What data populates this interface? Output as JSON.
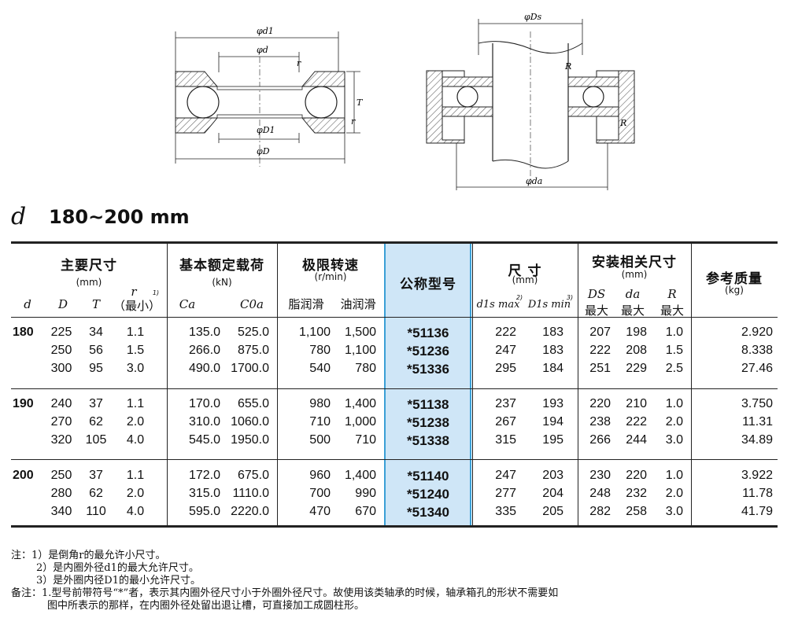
{
  "drawing_labels": {
    "left": {
      "d1": "φd1",
      "d": "φd",
      "r_top": "r",
      "T": "T",
      "r_right": "r",
      "D1": "φD1",
      "D": "φD"
    },
    "right": {
      "Ds": "φDs",
      "R_top": "R",
      "R_right": "R",
      "da": "φda"
    }
  },
  "title": {
    "symbol": "d",
    "range": "180~200 mm"
  },
  "headers": {
    "main_dims": "主要尺寸",
    "main_dims_unit": "(mm)",
    "load": "基本额定载荷",
    "load_unit": "(kN)",
    "speed": "极限转速",
    "speed_unit": "(r/min)",
    "model": "公称型号",
    "dims": "尺    寸",
    "dims_unit": "(mm)",
    "install": "安装相关尺寸",
    "install_unit": "(mm)",
    "weight": "参考质量",
    "weight_unit": "(kg)",
    "col_d": "d",
    "col_D": "D",
    "col_T": "T",
    "col_r": "r",
    "col_r_note": "1)",
    "col_r_min": "（最小）",
    "col_Ca": "Ca",
    "col_C0a": "C0a",
    "col_grease": "脂润滑",
    "col_oil": "油润滑",
    "col_d1s": "d1s max",
    "col_d1s_note": "2)",
    "col_D1s": "D1s min",
    "col_D1s_note": "3)",
    "col_Ds": "DS",
    "col_da": "da",
    "col_R": "R",
    "max_label": "最大"
  },
  "groups": [
    {
      "d": "180",
      "rows": [
        {
          "D": "225",
          "T": "34",
          "r": "1.1",
          "Ca": "135.0",
          "C0a": "525.0",
          "grease": "1,100",
          "oil": "1,500",
          "model": "*51136",
          "d1s": "222",
          "D1s": "183",
          "Ds": "207",
          "da": "198",
          "R": "1.0",
          "kg": "2.920"
        },
        {
          "D": "250",
          "T": "56",
          "r": "1.5",
          "Ca": "266.0",
          "C0a": "875.0",
          "grease": "780",
          "oil": "1,100",
          "model": "*51236",
          "d1s": "247",
          "D1s": "183",
          "Ds": "222",
          "da": "208",
          "R": "1.5",
          "kg": "8.338"
        },
        {
          "D": "300",
          "T": "95",
          "r": "3.0",
          "Ca": "490.0",
          "C0a": "1700.0",
          "grease": "540",
          "oil": "780",
          "model": "*51336",
          "d1s": "295",
          "D1s": "184",
          "Ds": "251",
          "da": "229",
          "R": "2.5",
          "kg": "27.46"
        }
      ]
    },
    {
      "d": "190",
      "rows": [
        {
          "D": "240",
          "T": "37",
          "r": "1.1",
          "Ca": "170.0",
          "C0a": "655.0",
          "grease": "980",
          "oil": "1,400",
          "model": "*51138",
          "d1s": "237",
          "D1s": "193",
          "Ds": "220",
          "da": "210",
          "R": "1.0",
          "kg": "3.750"
        },
        {
          "D": "270",
          "T": "62",
          "r": "2.0",
          "Ca": "310.0",
          "C0a": "1060.0",
          "grease": "710",
          "oil": "1,000",
          "model": "*51238",
          "d1s": "267",
          "D1s": "194",
          "Ds": "238",
          "da": "222",
          "R": "2.0",
          "kg": "11.31"
        },
        {
          "D": "320",
          "T": "105",
          "r": "4.0",
          "Ca": "545.0",
          "C0a": "1950.0",
          "grease": "500",
          "oil": "710",
          "model": "*51338",
          "d1s": "315",
          "D1s": "195",
          "Ds": "266",
          "da": "244",
          "R": "3.0",
          "kg": "34.89"
        }
      ]
    },
    {
      "d": "200",
      "rows": [
        {
          "D": "250",
          "T": "37",
          "r": "1.1",
          "Ca": "172.0",
          "C0a": "675.0",
          "grease": "960",
          "oil": "1,400",
          "model": "*51140",
          "d1s": "247",
          "D1s": "203",
          "Ds": "230",
          "da": "220",
          "R": "1.0",
          "kg": "3.922"
        },
        {
          "D": "280",
          "T": "62",
          "r": "2.0",
          "Ca": "315.0",
          "C0a": "1110.0",
          "grease": "700",
          "oil": "990",
          "model": "*51240",
          "d1s": "277",
          "D1s": "204",
          "Ds": "248",
          "da": "232",
          "R": "2.0",
          "kg": "11.78"
        },
        {
          "D": "340",
          "T": "110",
          "r": "4.0",
          "Ca": "595.0",
          "C0a": "2220.0",
          "grease": "470",
          "oil": "670",
          "model": "*51340",
          "d1s": "335",
          "D1s": "205",
          "Ds": "282",
          "da": "258",
          "R": "3.0",
          "kg": "41.79"
        }
      ]
    }
  ],
  "notes": {
    "n1": "注：1）是倒角r的最允许小尺寸。",
    "n2": "2）是内圈外径d1的最大允许尺寸。",
    "n3": "3）是外圈内径D1的最小允许尺寸。",
    "remark1": "备注：1.型号前带符号“*”者，表示其内圈外径尺寸小于外圈外径尺寸。故使用该类轴承的时候，轴承箱孔的形状不需要如",
    "remark2": "图中所表示的那样，在内圈外径处留出退让槽，可直接加工成圆柱形。"
  },
  "colors": {
    "highlight": "#cfe6f7",
    "highlight_border": "#3a9fd6",
    "hatch": "#777777",
    "rule": "#222222"
  }
}
